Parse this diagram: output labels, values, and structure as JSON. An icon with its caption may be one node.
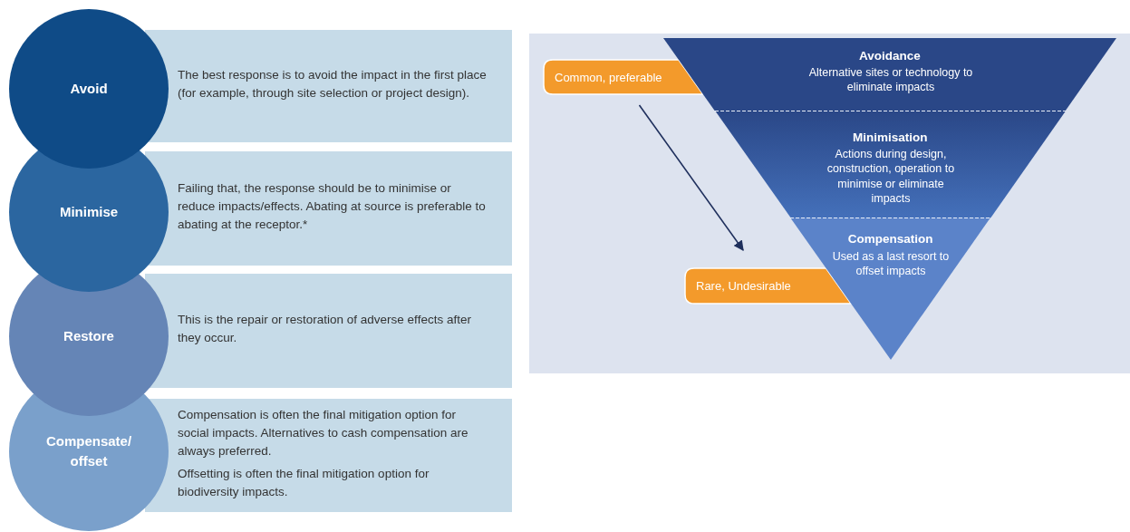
{
  "diagram": {
    "nodes": [
      {
        "text": [
          "Avoid"
        ]
      },
      {
        "text": [
          "The best response is to avoid the impact in the first place (for example, through site selection or project design)."
        ]
      },
      {
        "text": [
          "Minimise"
        ]
      },
      {
        "text": [
          "Failing that, the response should be to minimise or reduce impacts/effects. Abating at source is preferable to abating at the receptor.*"
        ]
      },
      {
        "text": [
          "Restore"
        ]
      },
      {
        "text": [
          "This is the repair or restoration of adverse effects after they occur."
        ]
      },
      {
        "text": [
          "Compensate/ offset"
        ]
      },
      {
        "text": [
          "Compensation is often the final mitigation option for social impacts. Alternatives to cash compensation are always preferred.",
          "Offsetting is often the final mitigation option for biodiversity impacts."
        ]
      },
      {
        "text": [
          "Common, preferable"
        ]
      },
      {
        "text": [
          "Avoidance",
          "Alternative sites or technology to eliminate impacts"
        ]
      },
      {
        "text": [
          "Minimisation",
          "Actions during design, construction, operation to minimise or eliminate impacts"
        ]
      },
      {
        "text": [
          "Rare, Undesirable"
        ]
      },
      {
        "text": [
          "Compensation",
          "Used as a last resort to offset impacts"
        ]
      }
    ],
    "edges": [
      {
        "from": 8,
        "to": 11,
        "arrow": "to"
      }
    ]
  }
}
